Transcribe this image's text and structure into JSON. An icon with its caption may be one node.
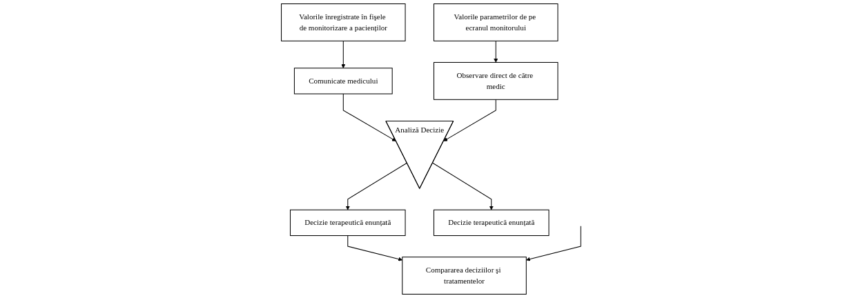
{
  "diagram": {
    "nodes": [
      {
        "text": [
          "Valorile înregistrate în fişele de monitorizare a pacienților"
        ]
      },
      {
        "text": [
          "Comunicate medicului"
        ]
      },
      {
        "text": [
          "Valorile parametrilor de pe ecranul monitorului"
        ]
      },
      {
        "text": [
          "Observare direct de către medic"
        ]
      },
      {
        "text": [
          "Analiză Decizie"
        ]
      },
      {
        "text": [
          "Decizie terapeutică enunțată"
        ]
      },
      {
        "text": [
          "Decizie terapeutică enunțată"
        ]
      },
      {
        "text": [
          "Compararea deciziilor şi tratamentelor"
        ]
      }
    ],
    "edges": [
      {
        "from": 0,
        "to": 1,
        "arrow": "to"
      },
      {
        "from": 2,
        "to": 3,
        "arrow": "to"
      },
      {
        "from": 1,
        "to": 4,
        "arrow": "to"
      },
      {
        "from": 3,
        "to": 4,
        "arrow": "to"
      },
      {
        "from": 4,
        "to": 5,
        "arrow": "to"
      },
      {
        "from": 4,
        "to": 6,
        "arrow": "to"
      },
      {
        "from": 5,
        "to": 7,
        "arrow": "to"
      },
      {
        "from": null,
        "to": 7,
        "arrow": "to"
      }
    ]
  }
}
